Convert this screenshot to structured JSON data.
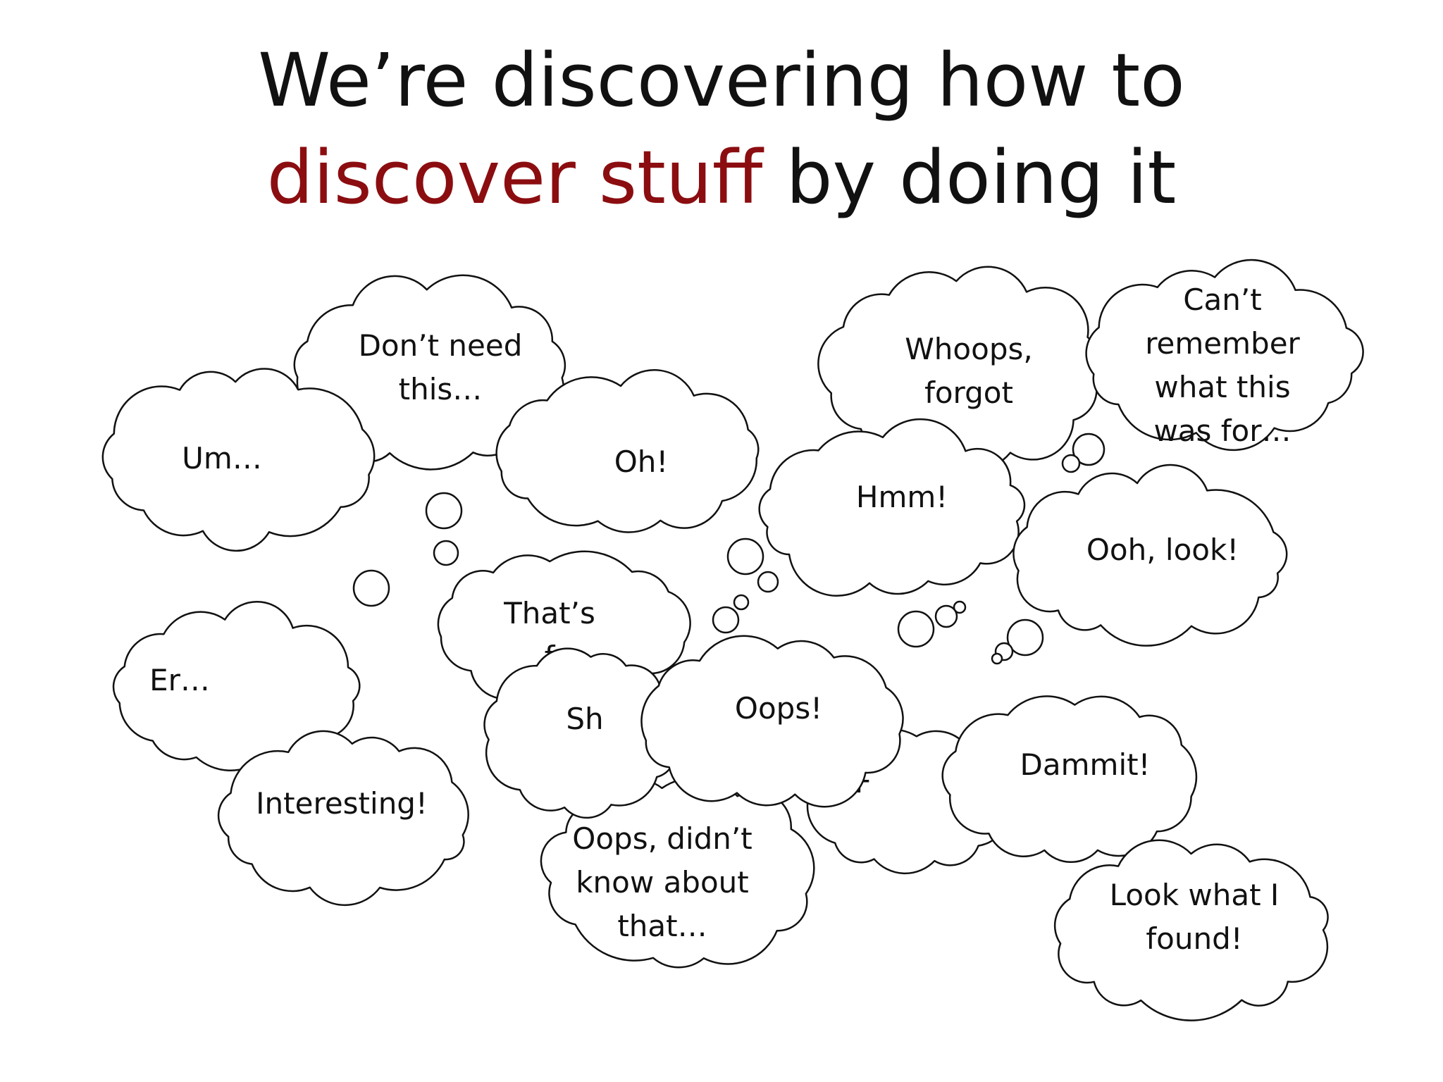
{
  "title": {
    "line1": "We’re discovering how to",
    "line2_accent": "discover stuff",
    "line2_rest": " by doing it",
    "accent_color": "#8b0d10"
  },
  "bubbles": [
    {
      "id": "dont-need-this",
      "text": "Don’t need\nthis…"
    },
    {
      "id": "whoops-forgot",
      "text": "Whoops,\nforgot"
    },
    {
      "id": "cant-remember",
      "text": "Can’t\nremember\nwhat this\nwas for…"
    },
    {
      "id": "um",
      "text": "Um…"
    },
    {
      "id": "oh",
      "text": "Oh!"
    },
    {
      "id": "hmm",
      "text": "Hmm!"
    },
    {
      "id": "ooh-look",
      "text": "Ooh, look!"
    },
    {
      "id": "er",
      "text": "Er…"
    },
    {
      "id": "thats",
      "text": "That’s\nf"
    },
    {
      "id": "oops-didnt-know",
      "text": "Oops, didn’t\nknow about\nthat…"
    },
    {
      "id": "sh",
      "text": "Sh"
    },
    {
      "id": "n-f",
      "text": "n F"
    },
    {
      "id": "interesting",
      "text": "Interesting!"
    },
    {
      "id": "oops",
      "text": "Oops!"
    },
    {
      "id": "dammit",
      "text": "Dammit!"
    },
    {
      "id": "look-what-i-found",
      "text": "Look what I\nfound!"
    }
  ],
  "colors": {
    "outline": "#111111",
    "fill": "#ffffff",
    "text": "#111111"
  }
}
